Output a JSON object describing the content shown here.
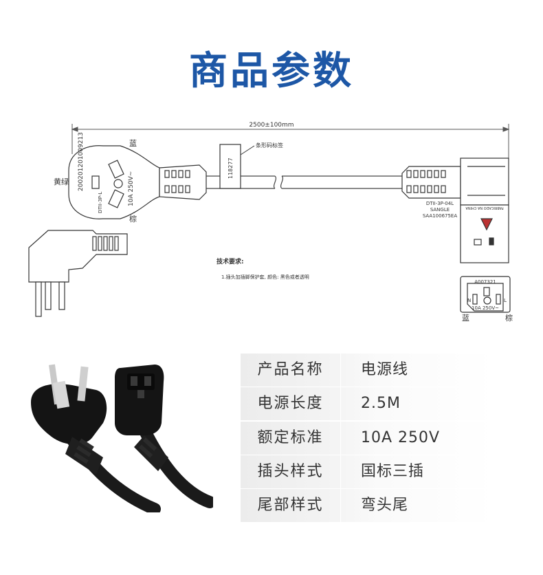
{
  "page": {
    "title": "商品参数"
  },
  "drawing": {
    "dimension": "2500±100mm",
    "left_blue": "蓝",
    "left_yellow_green": "黄绿",
    "left_brown": "棕",
    "plug_code": "200201201009213",
    "plug_model": "DTII-3P-L",
    "plug_rating": "10A 250V~",
    "tag_label": "条形码标签",
    "tag_number": "118277",
    "right_model": "DTII-3P-04L",
    "right_brand": "SANGLE",
    "right_cert": "SAA100675EA",
    "right_made": "FABRICADO NA CHINA",
    "tech_title": "技术要求:",
    "tech_note": "1.插头加插脚保护套,  颜色: 黑色或者透明",
    "socket_code": "A007321",
    "socket_rating": "10A 250V~",
    "socket_n": "N",
    "socket_l": "L",
    "socket_blue": "蓝",
    "socket_brown": "棕"
  },
  "specs": [
    {
      "key": "产品名称",
      "value": "电源线"
    },
    {
      "key": "电源长度",
      "value": "2.5M"
    },
    {
      "key": "额定标准",
      "value": "10A 250V"
    },
    {
      "key": "插头样式",
      "value": "国标三插"
    },
    {
      "key": "尾部样式",
      "value": "弯头尾"
    }
  ]
}
